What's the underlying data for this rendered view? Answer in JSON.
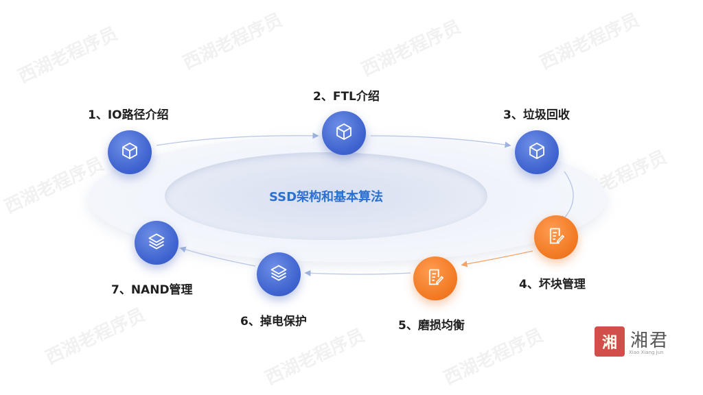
{
  "center": {
    "title": "SSD架构和基本算法"
  },
  "nodes": [
    {
      "id": 1,
      "label": "1、IO路径介绍",
      "color": "#3f63cf",
      "icon": "cube-icon"
    },
    {
      "id": 2,
      "label": "2、FTL介绍",
      "color": "#3f63cf",
      "icon": "cube-icon"
    },
    {
      "id": 3,
      "label": "3、垃圾回收",
      "color": "#3f63cf",
      "icon": "cube-icon"
    },
    {
      "id": 4,
      "label": "4、坏块管理",
      "color": "#f27a23",
      "icon": "document-edit-icon"
    },
    {
      "id": 5,
      "label": "5、磨损均衡",
      "color": "#f27a23",
      "icon": "document-edit-icon"
    },
    {
      "id": 6,
      "label": "6、掉电保护",
      "color": "#3f63cf",
      "icon": "layers-icon"
    },
    {
      "id": 7,
      "label": "7、NAND管理",
      "color": "#3f63cf",
      "icon": "layers-icon"
    }
  ],
  "logo": {
    "seal": "湘",
    "text": "湘君",
    "sub": "Xiao Xiang Jun"
  },
  "watermark": {
    "text": "西湖老程序员"
  }
}
